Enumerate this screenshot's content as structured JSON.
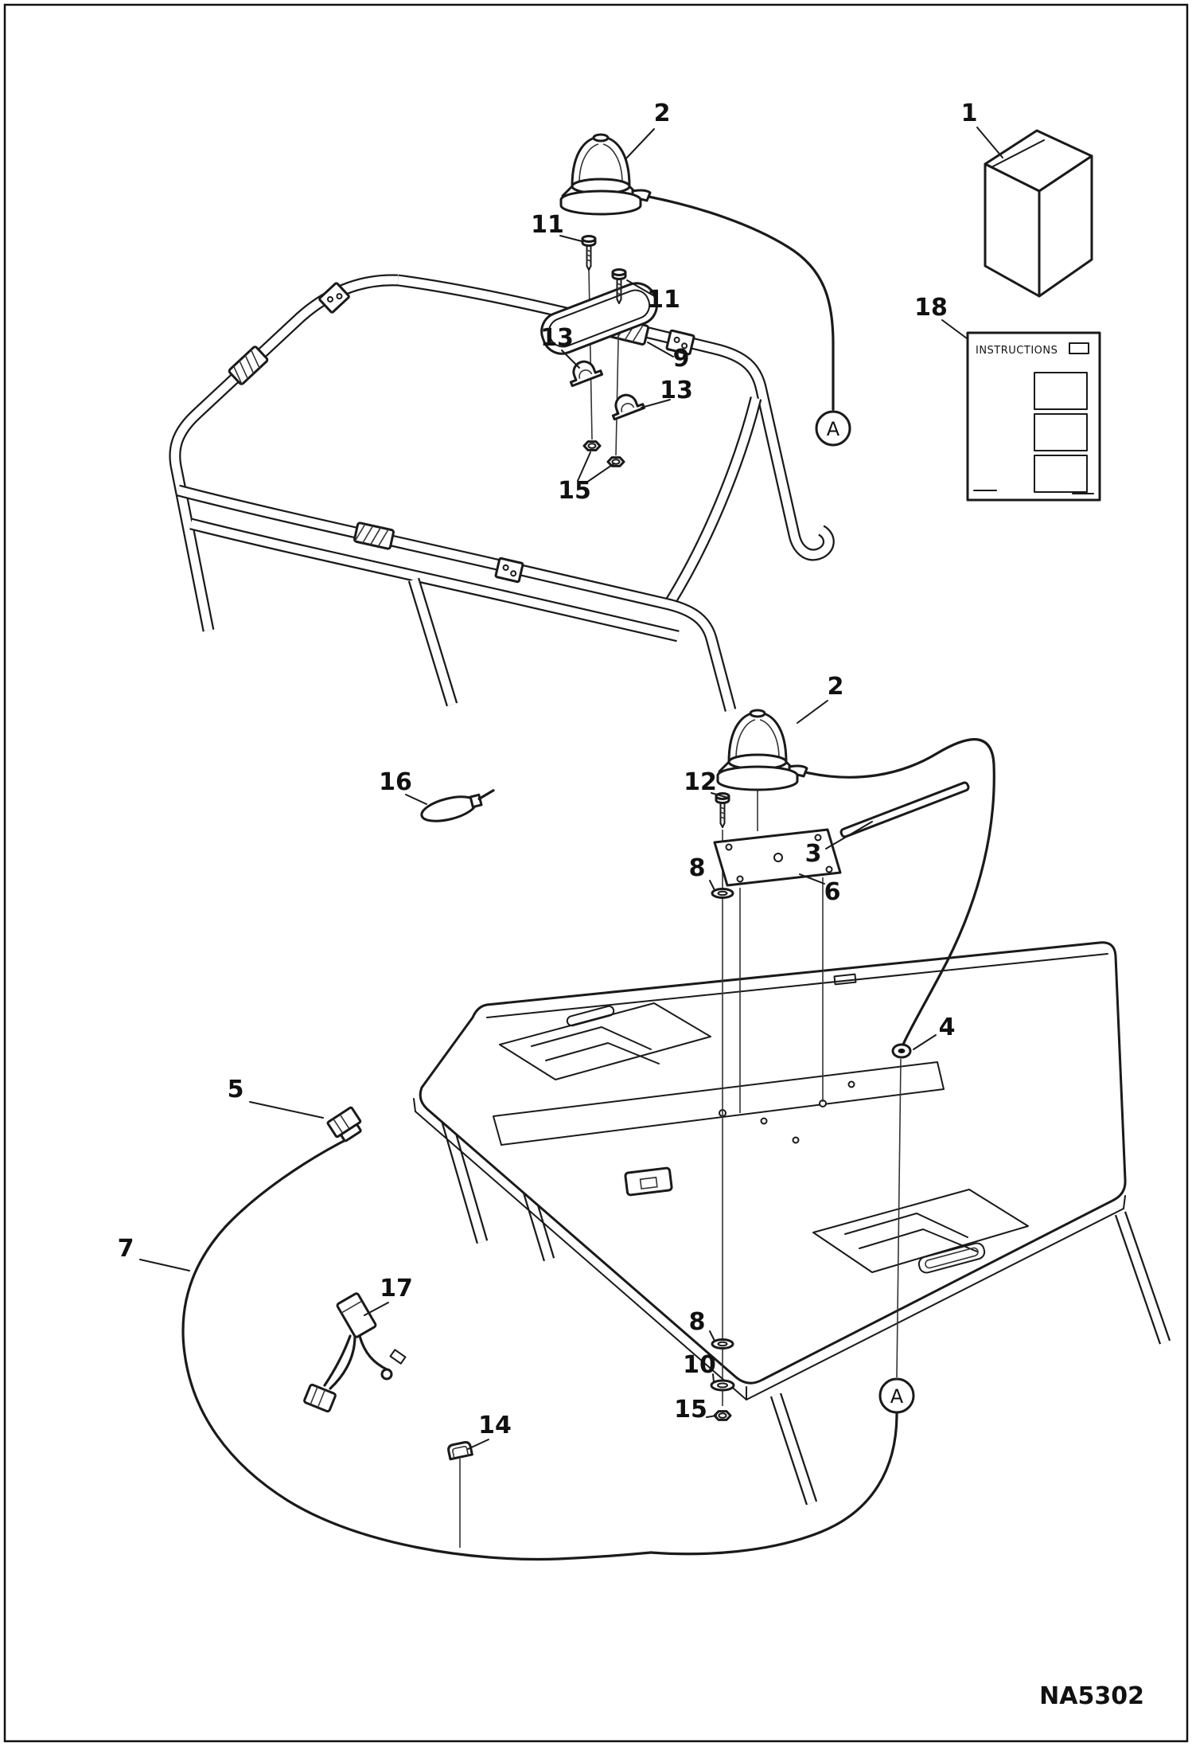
{
  "page": {
    "drawing_number": "NA5302"
  },
  "instruction_sheet": {
    "title": "INSTRUCTIONS"
  },
  "section_markers": {
    "top": "A",
    "bottom": "A"
  },
  "callouts": {
    "kit_box": "1",
    "beacon_rops": "2",
    "beacon_roof": "2",
    "wire_cover_strip": "3",
    "grommet": "4",
    "connector": "5",
    "mount_plate_roof": "6",
    "wire_harness": "7",
    "washer_upper": "8",
    "washer_lower": "8",
    "mount_plate_rops": "9",
    "flat_washer": "10",
    "screw_left": "11",
    "screw_right": "11",
    "screw_roof": "12",
    "clamp_left": "13",
    "clamp_right": "13",
    "clip": "14",
    "nut_rops": "15",
    "nut_roof": "15",
    "cable_tie": "16",
    "relay": "17",
    "instructions": "18"
  }
}
